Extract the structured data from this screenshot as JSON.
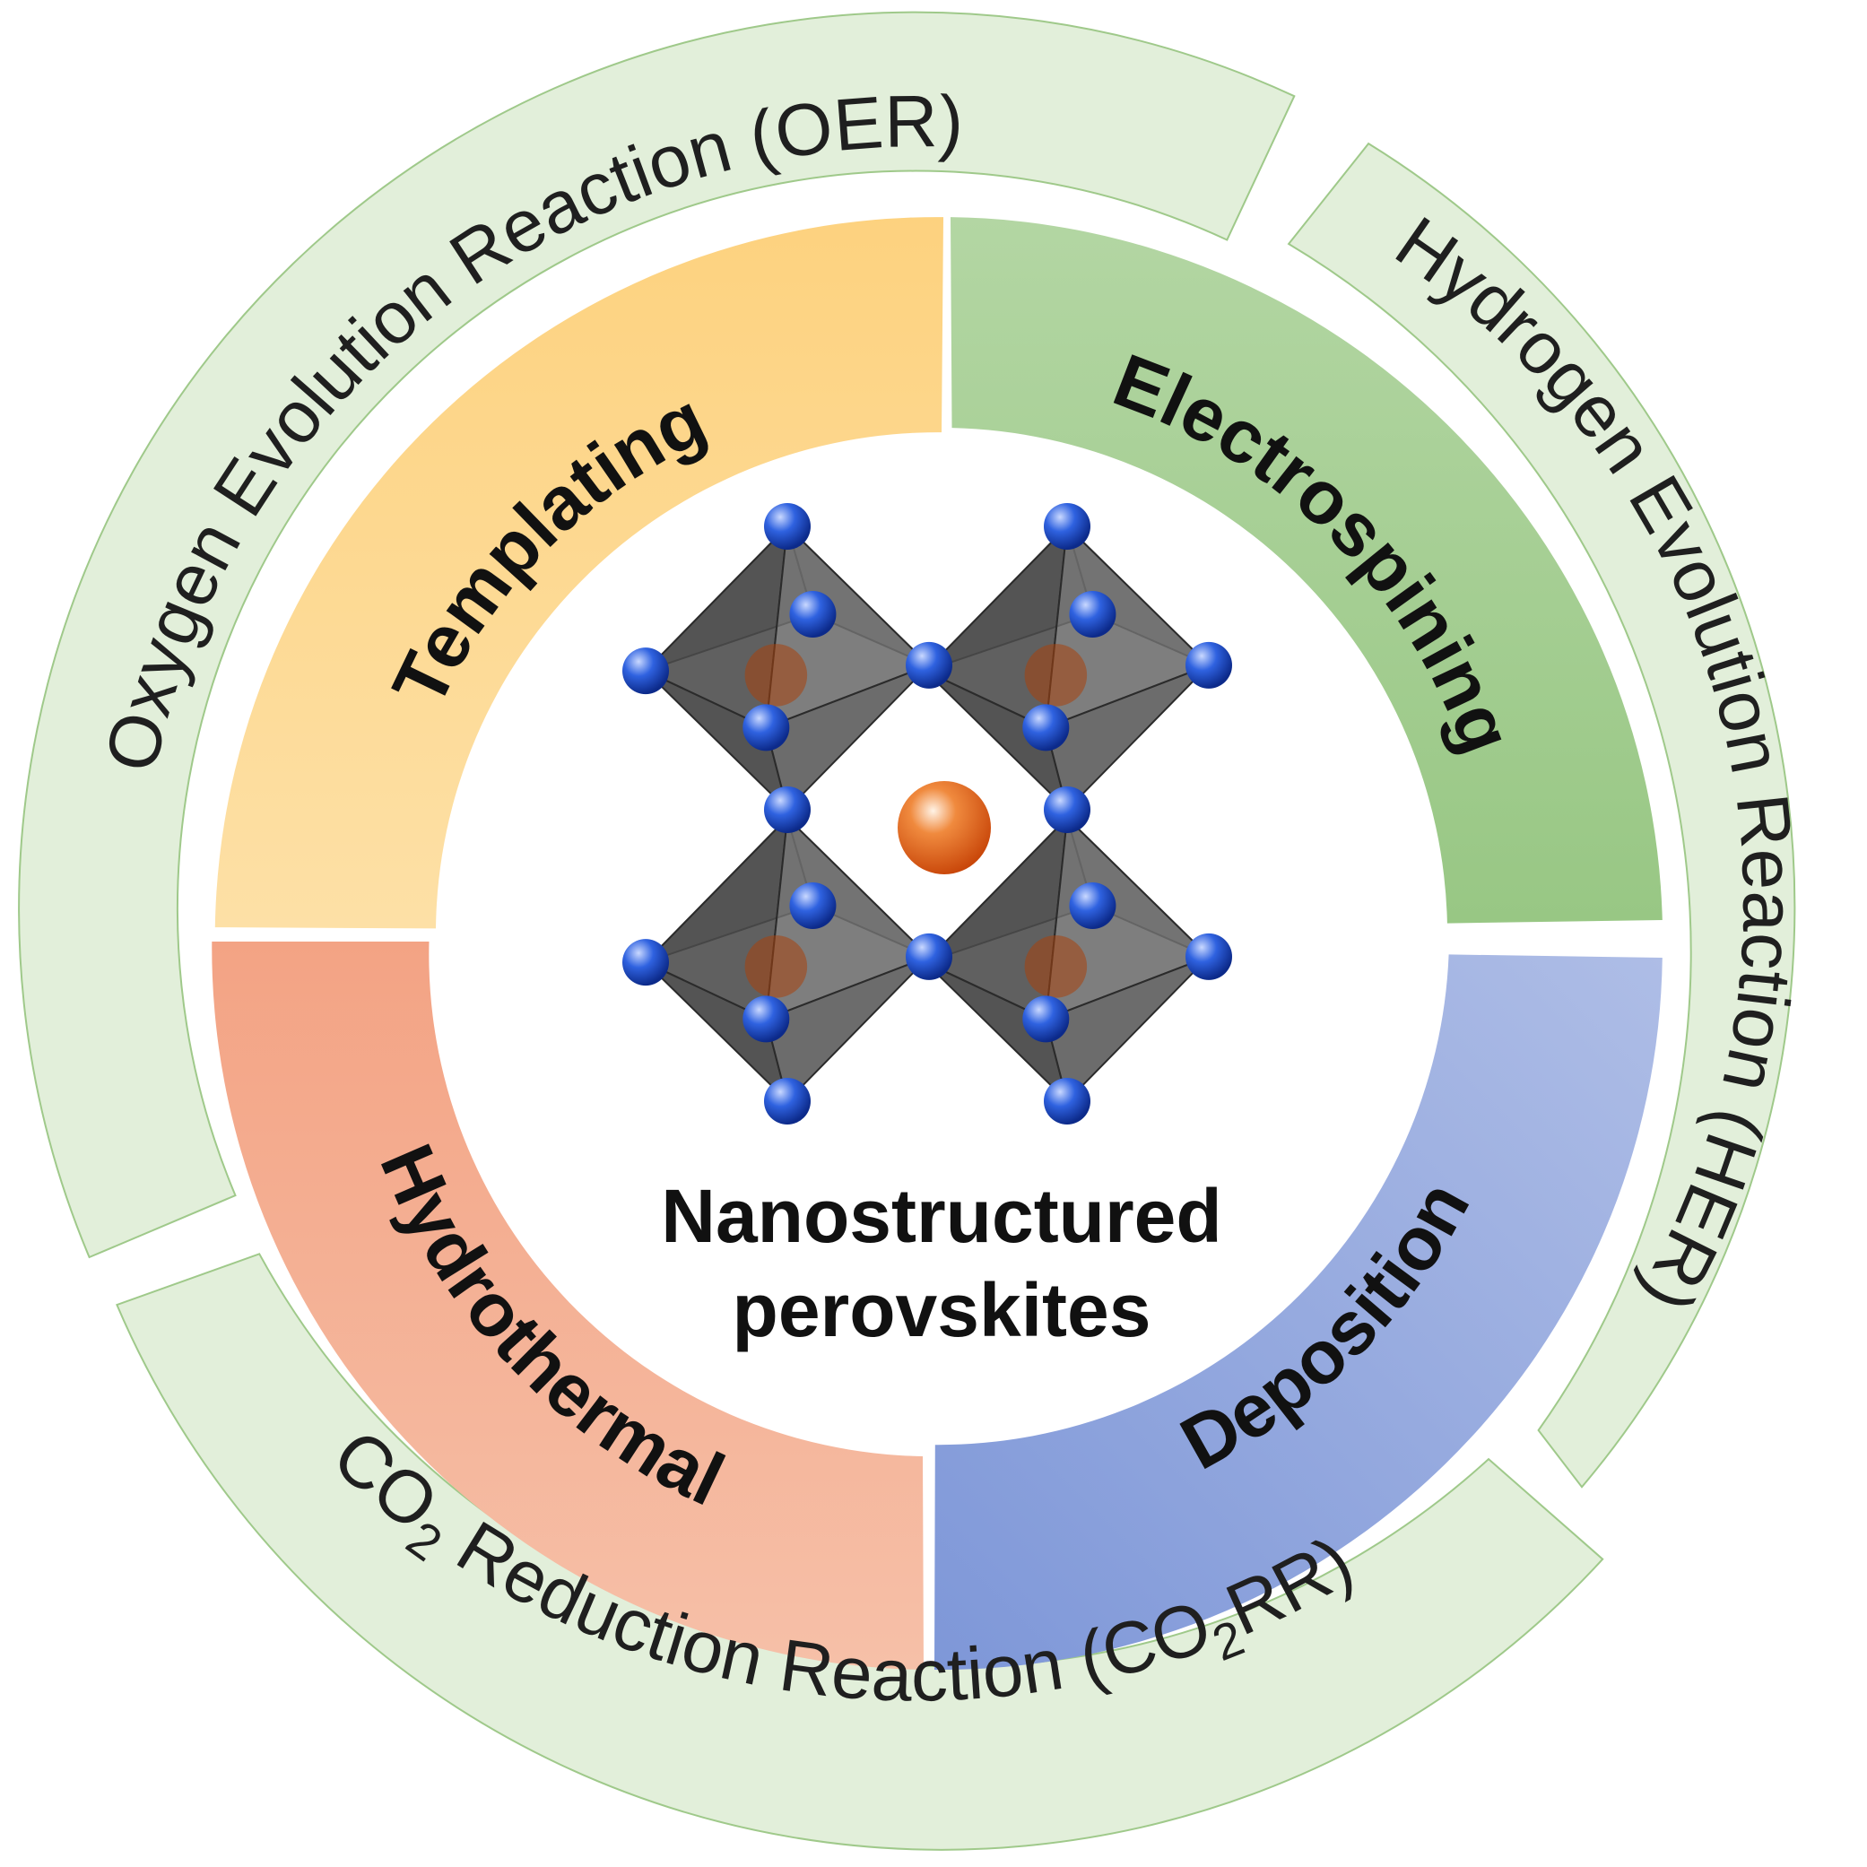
{
  "center": {
    "title_line1": "Nanostructured",
    "title_line2": "perovskites"
  },
  "methods": [
    {
      "label": "Templating",
      "color": "#fdd48a"
    },
    {
      "label": "Electrospining",
      "color": "#a8cf96"
    },
    {
      "label": "Deposition",
      "color": "#97a9dc"
    },
    {
      "label": "Hydrothermal",
      "color": "#f4a98a"
    }
  ],
  "reactions": {
    "oer": "Oxygen Evolution Reaction (OER)",
    "her": "Hydrogen Evolution Reaction (HER)",
    "co2rr": {
      "prefix": "CO",
      "sub1": "2",
      "middle": " Reduction Reaction (CO",
      "sub2": "2",
      "suffix": "RR)"
    },
    "color": "#e2efda",
    "stroke": "#9fc98a"
  },
  "structure": {
    "octahedron_color": "#5a5a5a",
    "oxygen_color": "#1e4fcf",
    "a_site_color": "#e8661a"
  }
}
